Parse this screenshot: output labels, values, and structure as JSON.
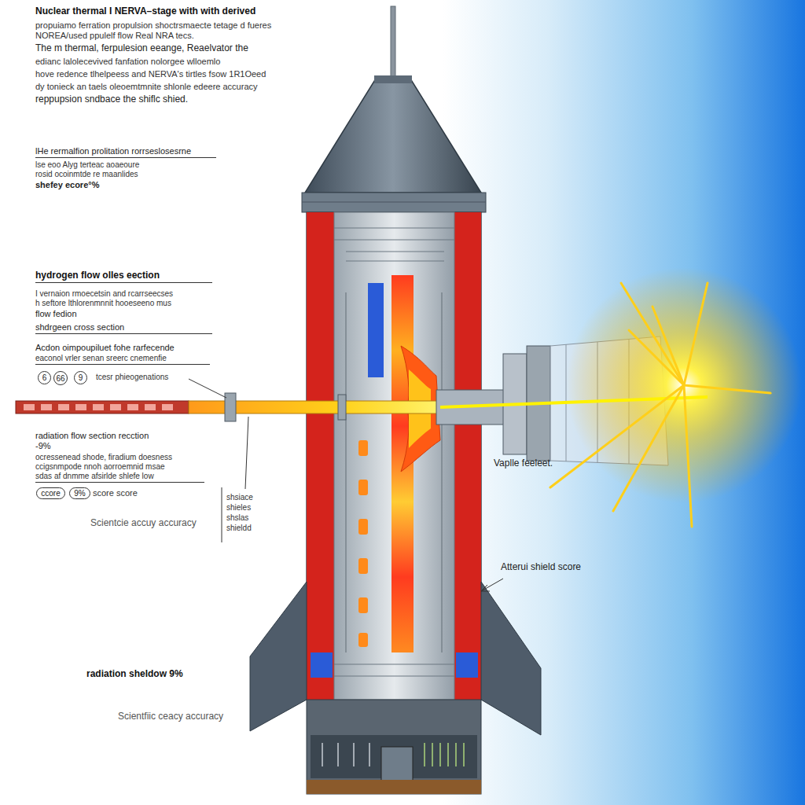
{
  "diagram": {
    "title": "Nuclear thermal I NERVA–stage with with derived",
    "nodes": [
      {
        "text": [
          "6"
        ]
      },
      {
        "text": [
          "66"
        ]
      },
      {
        "text": [
          "9"
        ]
      },
      {
        "text": [
          "ccore"
        ]
      },
      {
        "text": [
          "9%"
        ]
      }
    ],
    "labels": [
      "propuiamo ferration propulsion shoctrsmaecte tetage d fueres",
      "NOREA/used ppulelf flow Real NRA tecs.",
      "The m thermal, ferpulesion eeange, Reaelvator the",
      "edianc lalolecevived fanfation nolorgee wlloemlo",
      "hove redence tlhelpeess and NERVA's tirtles fsow 1R1Oeed",
      "dy tonieck an taels oleoemtmnite shlonle edeere accuracy",
      "reppupsion sndbace the shiflc shied.",
      "lHe rermalfion prolitation rorrseslosesrne",
      "lse eoo Alyg terteac aoaeoure",
      "rosid ocoinmtde re maanlides",
      "shefey ecore°%",
      "hydrogen flow olles eection",
      "I vernaion rmoecetsin and rcarrseecses",
      "h seftore lthlorenmnnit hooeseeno mus",
      "flow fedion",
      "shdrgeen cross section",
      "Acdon oimpoupiluet fohe rarfecende",
      "eaconol vrler senan sreerc cnemenfie",
      "tcesr phieogenations",
      "radiation flow section recction",
      "-9%",
      "ocressenead shode, firadium doesness",
      "ccigsnmpode nnoh aorroemnid msae",
      "sdas af dnmme afsirlde shlefe low",
      "score score",
      "Scientcie accuy accuracy",
      "shsiace",
      "shieles",
      "shslas",
      "shieldd",
      "Vaplle feeleet.",
      "Atterui shield score",
      "radiation sheldow 9%",
      "Scientfiic ceacy accuracy"
    ]
  }
}
